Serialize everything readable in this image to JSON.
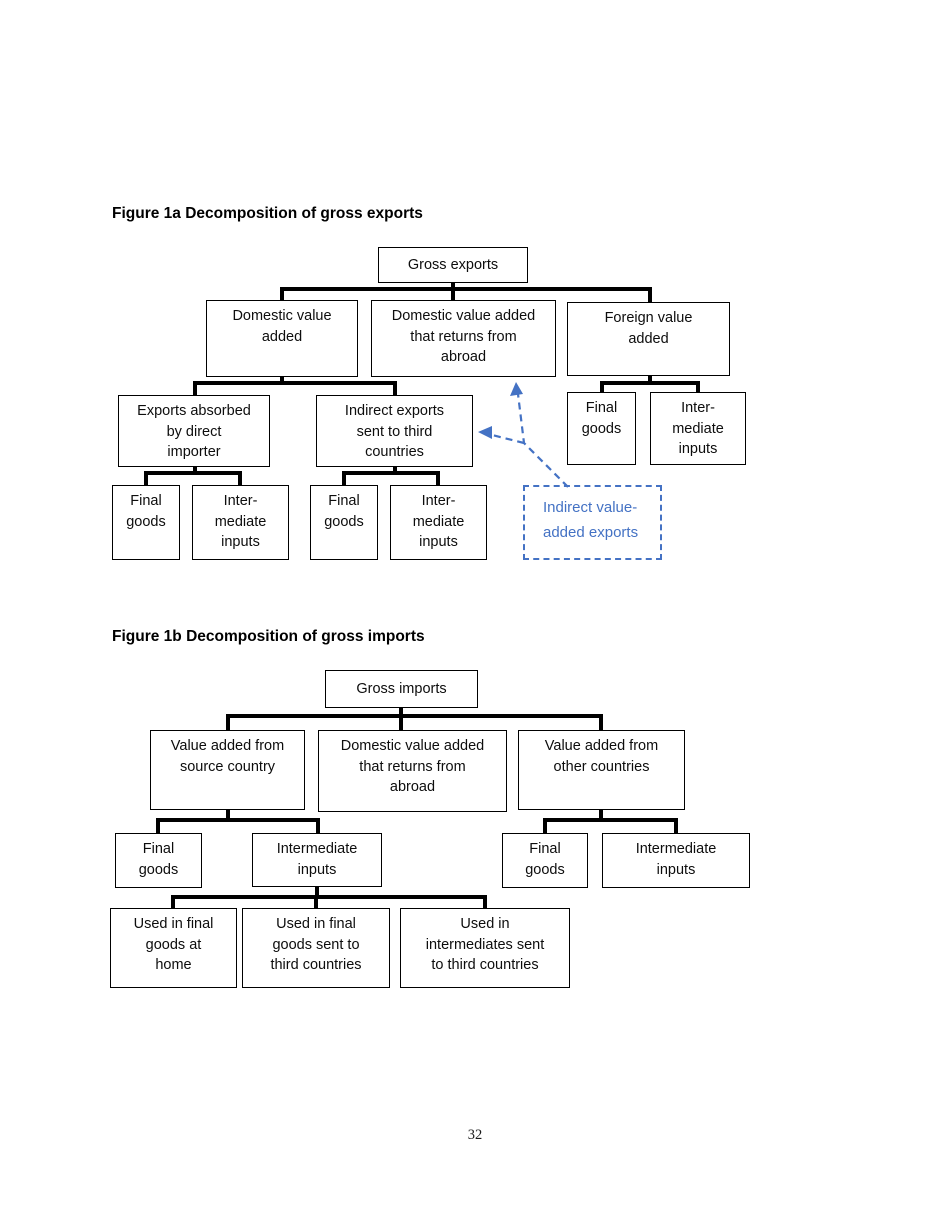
{
  "figure1a": {
    "title": "Figure 1a Decomposition of gross exports",
    "nodes": {
      "gross_exports": "Gross exports",
      "domestic_value_added": "Domestic value\nadded",
      "dva_returns_abroad": "Domestic value added\nthat returns from\nabroad",
      "foreign_value_added": "Foreign value\nadded",
      "exports_absorbed": "Exports absorbed\nby direct\nimporter",
      "indirect_exports": "Indirect exports\nsent to third\ncountries",
      "final_goods": "Final\ngoods",
      "intermediate_inputs_hyphenated": "Inter-\nmediate\ninputs"
    },
    "annotation": "Indirect value-\nadded exports"
  },
  "figure1b": {
    "title": "Figure 1b Decomposition of gross imports",
    "nodes": {
      "gross_imports": "Gross imports",
      "va_from_source": "Value added from\nsource country",
      "dva_returns_abroad": "Domestic value added\nthat returns from\nabroad",
      "va_from_other": "Value added from\nother countries",
      "final_goods": "Final\ngoods",
      "intermediate_inputs": "Intermediate\ninputs",
      "used_final_home": "Used in final\ngoods at\nhome",
      "used_final_third": "Used in final\ngoods sent to\nthird countries",
      "used_intermediates_third": "Used in\nintermediates sent\nto third countries"
    }
  },
  "page": {
    "number": "32"
  },
  "colors": {
    "accent_blue": "#4472C4",
    "line_black": "#000000",
    "background": "#FFFFFF"
  }
}
